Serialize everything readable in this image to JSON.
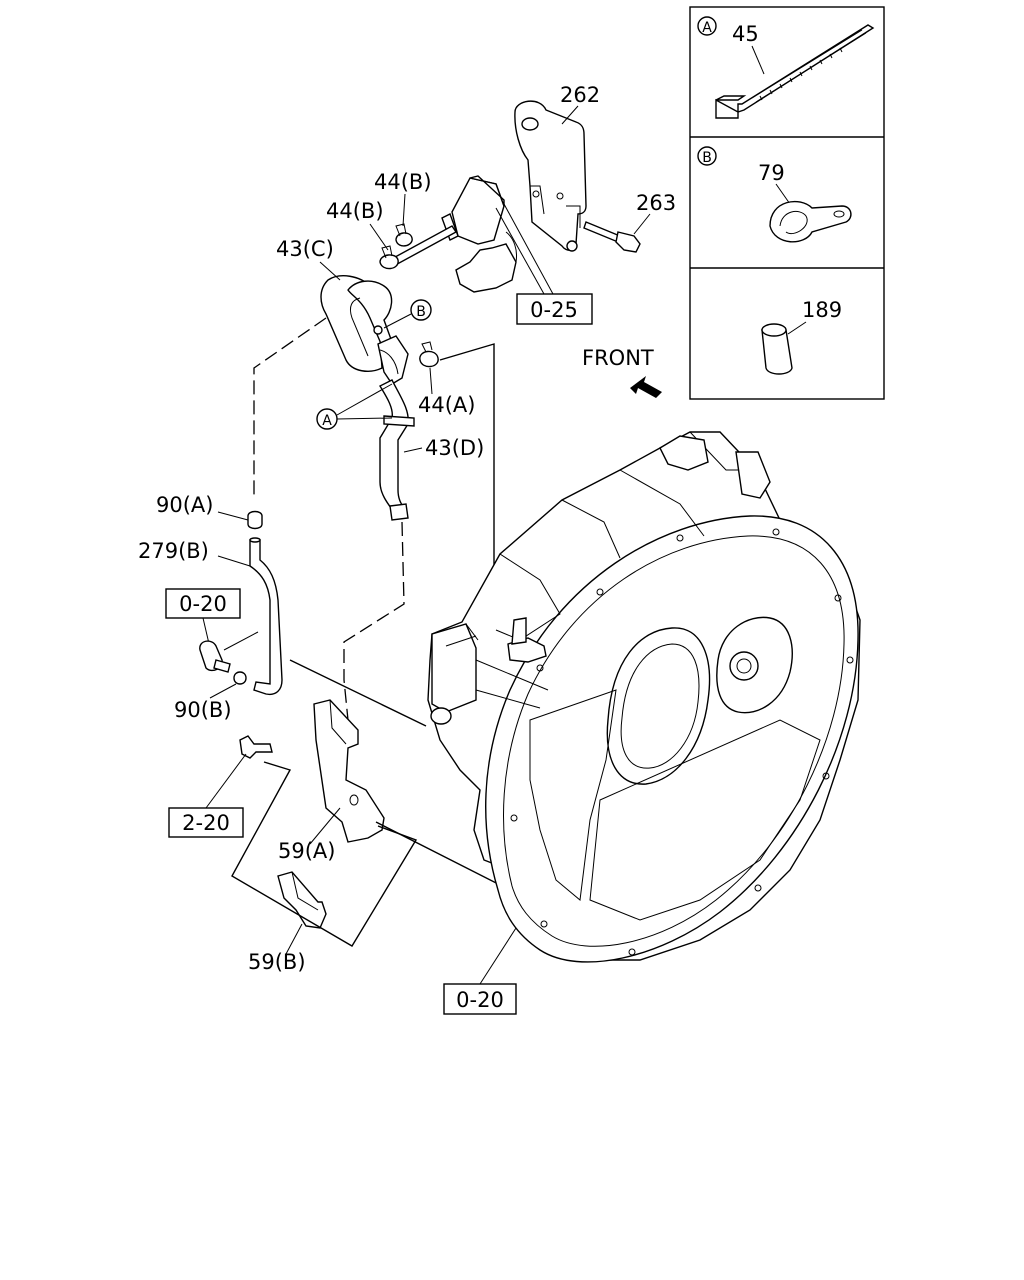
{
  "diagram": {
    "callouts": {
      "p262": "262",
      "p263": "263",
      "p44b_1": "44(B)",
      "p44b_2": "44(B)",
      "p43c": "43(C)",
      "p025": "0-25",
      "p44a": "44(A)",
      "p43d": "43(D)",
      "p90a": "90(A)",
      "p279b": "279(B)",
      "p020_a": "0-20",
      "p90b": "90(B)",
      "p220": "2-20",
      "p59a": "59(A)",
      "p59b": "59(B)",
      "p020_b": "0-20",
      "front": "FRONT"
    },
    "markers": {
      "a": "A",
      "b": "B"
    },
    "legend": [
      {
        "marker": "A",
        "part": "45"
      },
      {
        "marker": "B",
        "part": "79"
      },
      {
        "marker": "",
        "part": "189"
      }
    ]
  }
}
